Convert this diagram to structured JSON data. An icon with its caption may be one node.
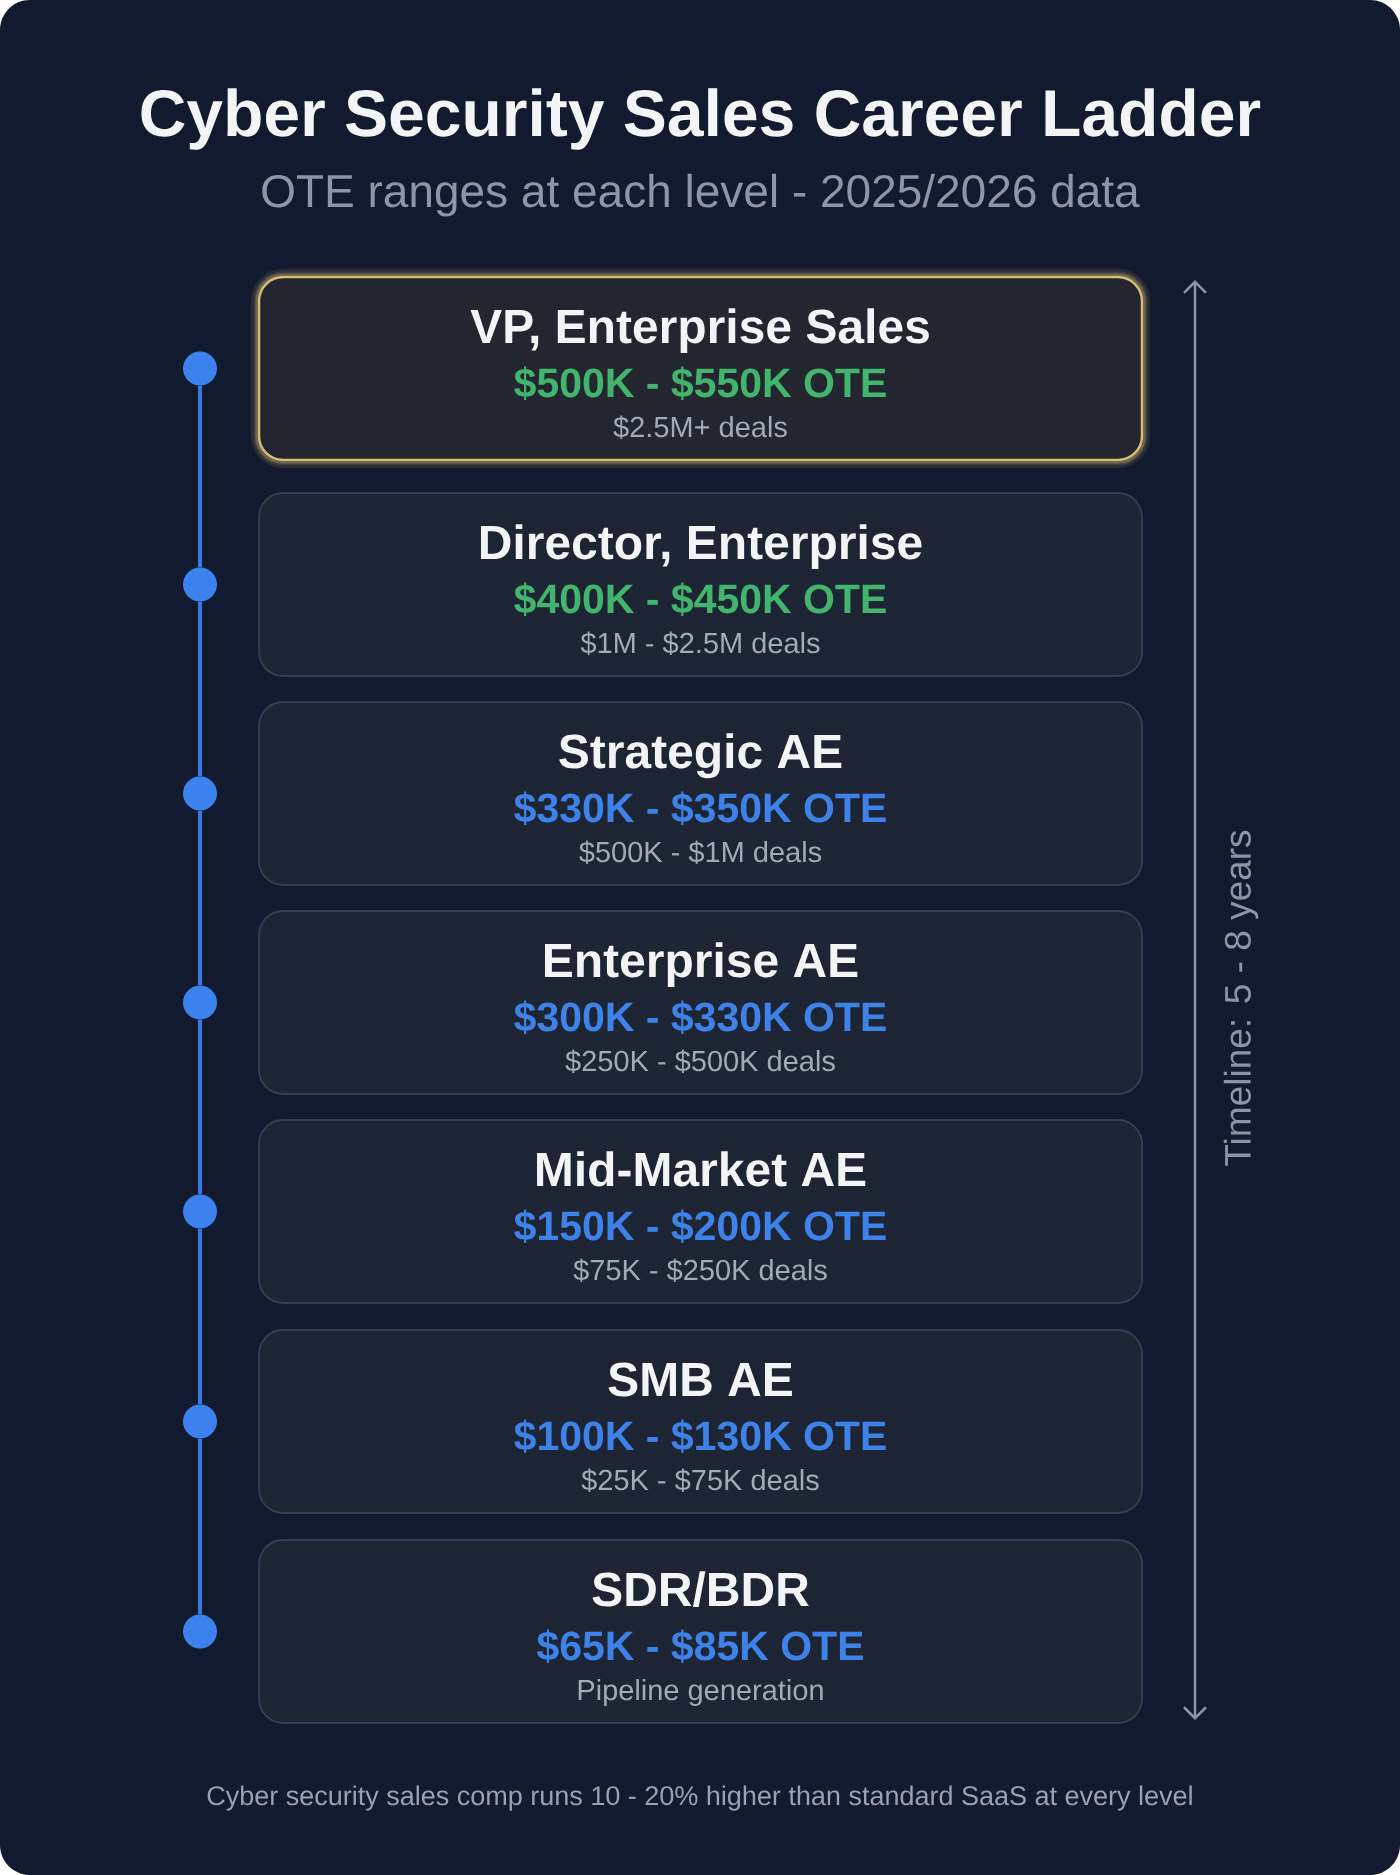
{
  "diagram": {
    "title": "Cyber Security Sales Career Ladder",
    "caption": "Cyber security sales comp runs 10 - 20% higher than standard SaaS at every level",
    "nodes": [
      {
        "text": [],
        "shape": "circle"
      },
      {
        "text": [
          "VP, Enterprise Sales",
          "$500K - $550K OTE",
          "$2.5M+ deals"
        ]
      },
      {
        "text": [],
        "shape": "circle"
      },
      {
        "text": [
          "Director, Enterprise",
          "$400K - $450K OTE",
          "$1M - $2.5M deals"
        ]
      },
      {
        "text": [],
        "shape": "circle"
      },
      {
        "text": [
          "Strategic AE",
          "$330K - $350K OTE",
          "$500K - $1M deals"
        ]
      },
      {
        "text": [],
        "shape": "circle"
      },
      {
        "text": [
          "Enterprise AE",
          "$300K - $330K OTE",
          "$250K - $500K deals"
        ]
      },
      {
        "text": [],
        "shape": "circle"
      },
      {
        "text": [
          "Mid-Market AE",
          "$150K - $200K OTE",
          "$75K - $250K deals"
        ]
      },
      {
        "text": [],
        "shape": "circle"
      },
      {
        "text": [
          "SMB AE",
          "$100K - $130K OTE",
          "$25K - $75K deals"
        ]
      },
      {
        "text": [],
        "shape": "circle"
      },
      {
        "text": [
          "SDR/BDR",
          "$65K - $85K OTE",
          "Pipeline generation"
        ]
      }
    ],
    "edges": [
      {
        "from": 0,
        "to": 2,
        "arrow": "none"
      },
      {
        "from": 2,
        "to": 4,
        "arrow": "none"
      },
      {
        "from": 4,
        "to": 6,
        "arrow": "none"
      },
      {
        "from": 6,
        "to": 8,
        "arrow": "none"
      },
      {
        "from": 8,
        "to": 10,
        "arrow": "none"
      },
      {
        "from": 10,
        "to": 12,
        "arrow": "none"
      }
    ],
    "labels": [
      "OTE ranges at each level - 2025/2026 data",
      "Timeline: 5 - 8 years"
    ]
  }
}
